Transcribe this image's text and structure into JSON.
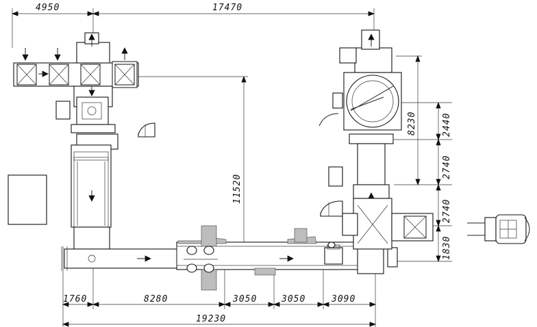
{
  "dimensions": {
    "top_left": "4950",
    "top_right": "17470",
    "center_vertical": "11520",
    "right_8230": "8230",
    "right_2440": "2440",
    "right_2740_a": "2740",
    "right_2740_b": "2740",
    "right_1830": "1830",
    "bottom_1760": "1760",
    "bottom_8280": "8280",
    "bottom_3050_a": "3050",
    "bottom_3050_b": "3050",
    "bottom_3090": "3090",
    "bottom_total": "19230"
  },
  "colors": {
    "line": "#222222",
    "fill_grey": "#bdbdbd",
    "background": "#ffffff"
  }
}
